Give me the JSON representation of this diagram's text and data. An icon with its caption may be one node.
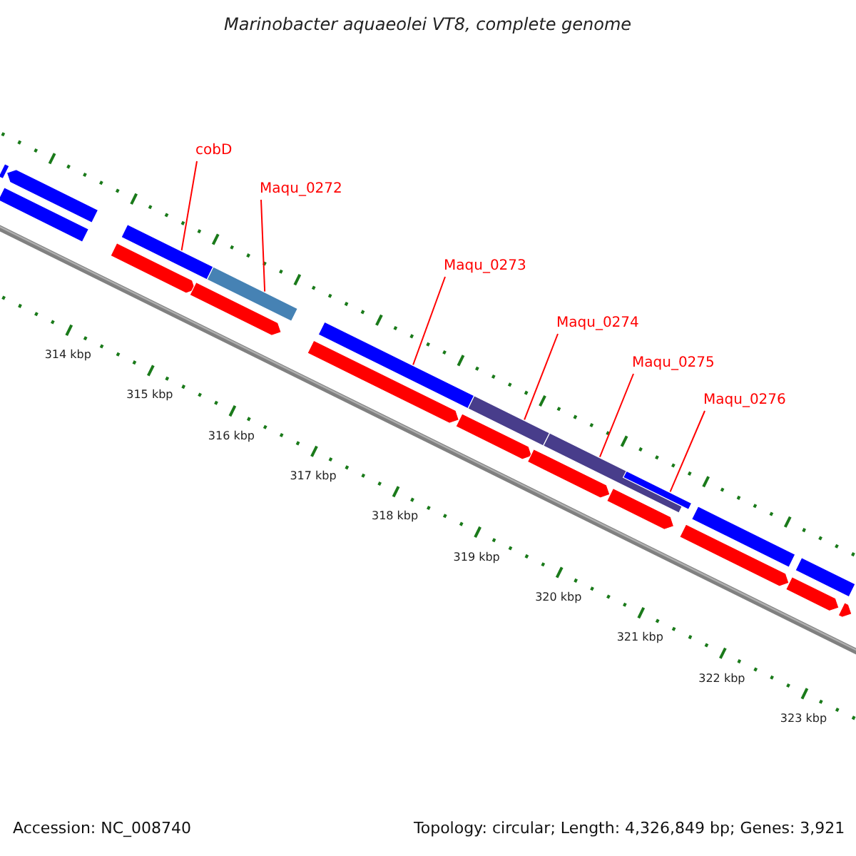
{
  "diagram": {
    "title": "Marinobacter aquaeolei VT8, complete genome",
    "nodes": [
      {
        "text": [
          "cobD"
        ]
      },
      {
        "text": [
          "Maqu_0272"
        ]
      },
      {
        "text": [
          "Maqu_0273"
        ]
      },
      {
        "text": [
          "Maqu_0274"
        ]
      },
      {
        "text": [
          "Maqu_0275"
        ]
      },
      {
        "text": [
          "Maqu_0276"
        ]
      },
      {
        "text": [],
        "shape": "bar"
      },
      {
        "text": [],
        "shape": "bar"
      },
      {
        "text": [],
        "shape": "bar"
      },
      {
        "text": [],
        "shape": "bar"
      },
      {
        "text": [],
        "shape": "bar"
      },
      {
        "text": [],
        "shape": "bar"
      },
      {
        "text": [],
        "shape": "bar"
      },
      {
        "text": [],
        "shape": "arrow"
      },
      {
        "text": [],
        "shape": "bar"
      },
      {
        "text": [],
        "shape": "bar"
      },
      {
        "text": [],
        "shape": "bar"
      },
      {
        "text": [],
        "shape": "arrow"
      },
      {
        "text": [],
        "shape": "arrow"
      },
      {
        "text": [],
        "shape": "arrow"
      },
      {
        "text": [],
        "shape": "arrow"
      },
      {
        "text": [],
        "shape": "arrow"
      },
      {
        "text": [],
        "shape": "arrow"
      },
      {
        "text": [],
        "shape": "arrow"
      },
      {
        "text": [],
        "shape": "arrow"
      },
      {
        "text": [],
        "shape": "arrow"
      }
    ],
    "edges": [
      {
        "from": 0,
        "to": 6,
        "arrow": "none"
      },
      {
        "from": 1,
        "to": 7,
        "arrow": "none"
      },
      {
        "from": 2,
        "to": 8,
        "arrow": "none"
      },
      {
        "from": 3,
        "to": 9,
        "arrow": "none"
      },
      {
        "from": 4,
        "to": 10,
        "arrow": "none"
      },
      {
        "from": 5,
        "to": 11,
        "arrow": "none"
      }
    ],
    "labels": [
      "314 kbp",
      "315 kbp",
      "316 kbp",
      "317 kbp",
      "318 kbp",
      "319 kbp",
      "320 kbp",
      "321 kbp",
      "322 kbp",
      "323 kbp",
      "Accession: NC_008740",
      "Topology: circular; Length: 4,326,849 bp; Genes: 3,921"
    ]
  }
}
